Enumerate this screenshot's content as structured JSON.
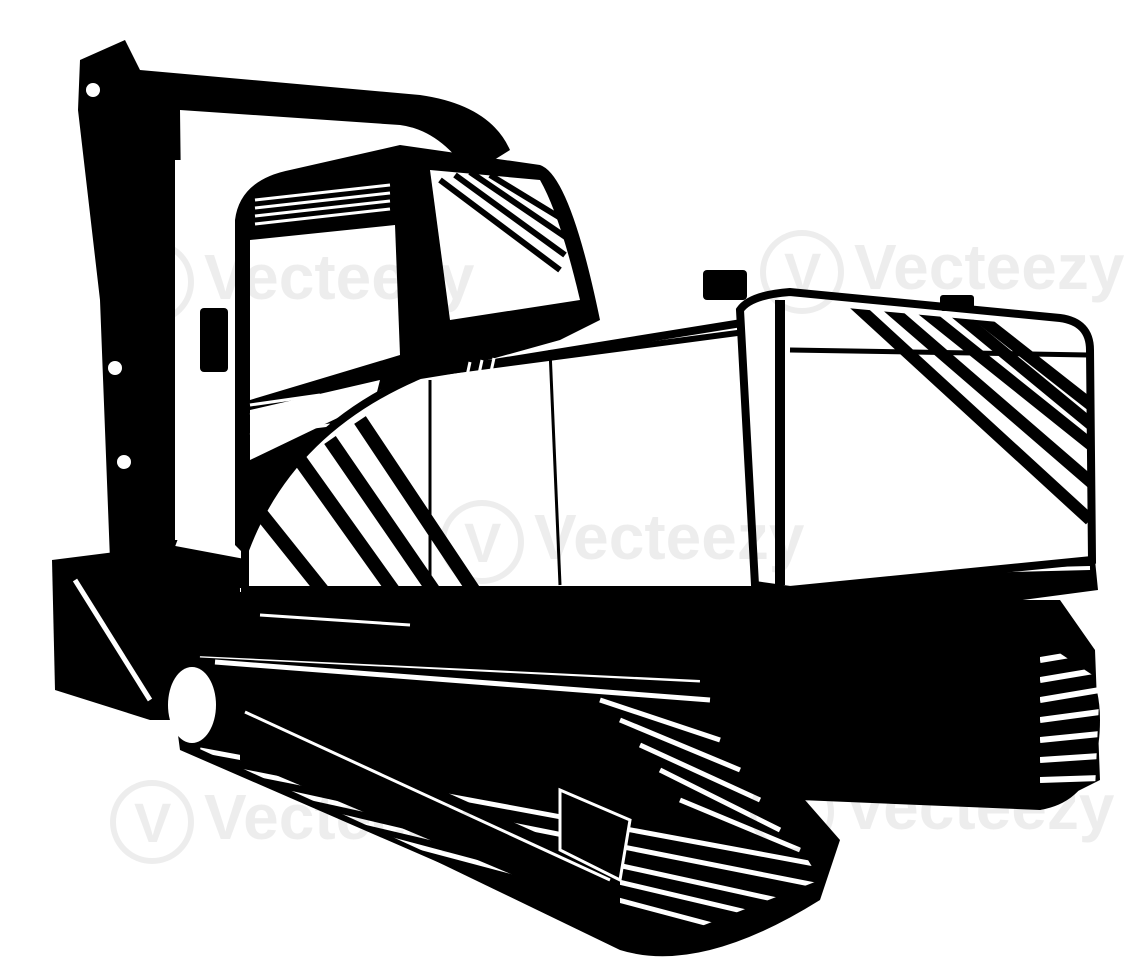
{
  "image": {
    "subject": "excavator",
    "style": "black-and-white woodcut illustration",
    "colors": {
      "ink": "#000000",
      "paper": "#ffffff"
    }
  },
  "watermark": {
    "text": "Vecteezy"
  }
}
